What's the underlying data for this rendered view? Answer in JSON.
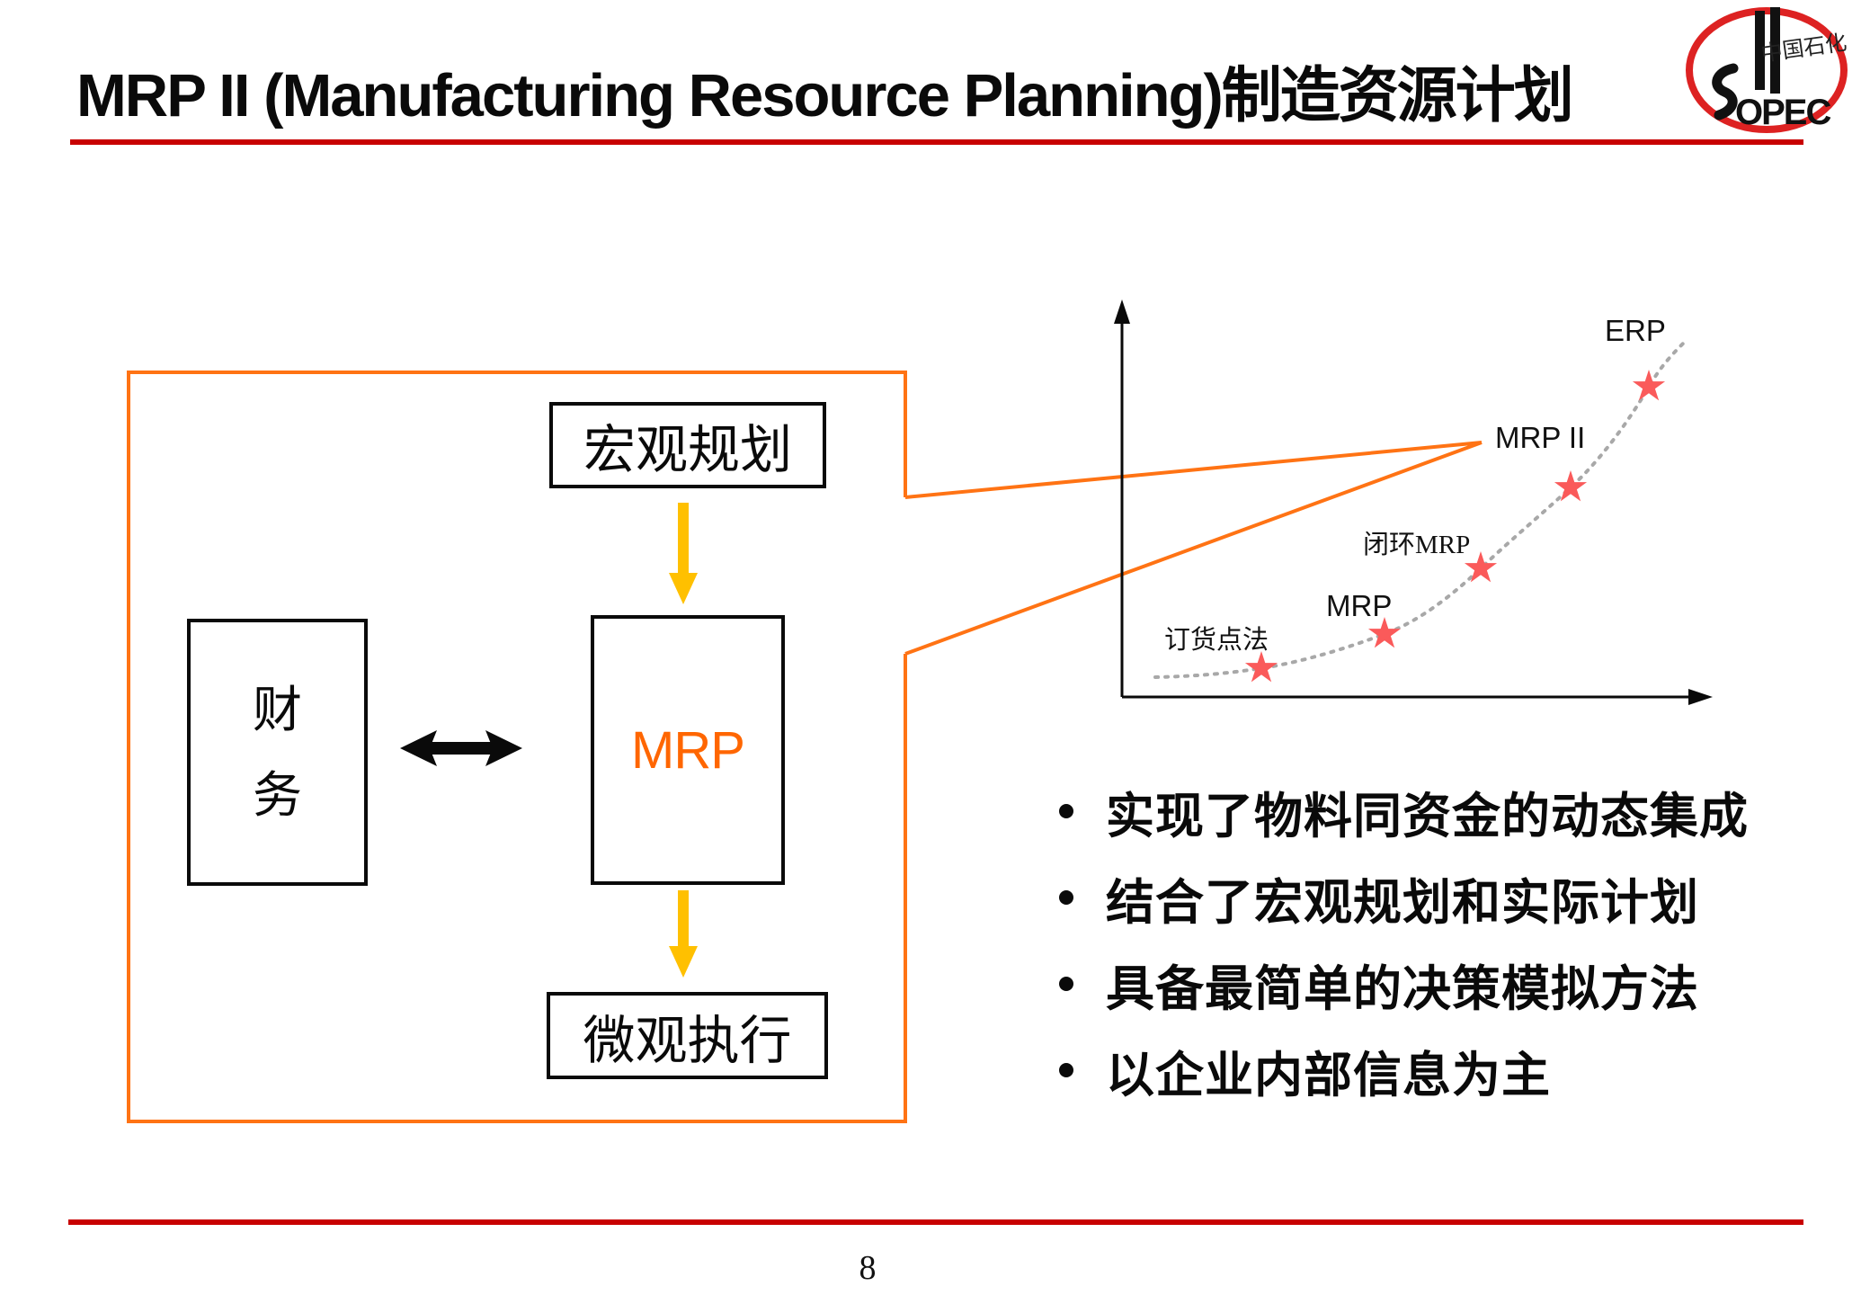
{
  "title": "MRP II (Manufacturing Resource Planning)制造资源计划",
  "logo": {
    "name": "sinopec-logo",
    "word": "SINOPEC",
    "word_s": "S",
    "word_rest": "OPEC",
    "script": "中国石化"
  },
  "diagram": {
    "macro_box": "宏观规划",
    "mrp_box": "MRP",
    "finance_chars": [
      "财",
      "务"
    ],
    "micro_box": "微观执行"
  },
  "chart_data": {
    "type": "line",
    "title": "",
    "xlabel": "",
    "ylabel": "",
    "legend_position": "none",
    "grid": false,
    "style": "dotted exponential growth curve with red star markers, unlabeled axes with arrowheads",
    "marker": "star",
    "points": [
      {
        "label": "订货点法",
        "x": 1,
        "y": 1
      },
      {
        "label": "MRP",
        "x": 2,
        "y": 1.8
      },
      {
        "label": "闭环MRP",
        "x": 3,
        "y": 3.2
      },
      {
        "label": "MRP II",
        "x": 4,
        "y": 5.2
      },
      {
        "label": "ERP",
        "x": 5,
        "y": 7.8
      }
    ]
  },
  "bullets": [
    "实现了物料同资金的动态集成",
    "结合了宏观规划和实际计划",
    "具备最简单的决策模拟方法",
    "以企业内部信息为主"
  ],
  "footer": {
    "page_number": "8"
  },
  "colors": {
    "accent_orange": "#ff7314",
    "mrp_text": "#ff6600",
    "arrow_yellow": "#ffc000",
    "star_red": "#fa5a5a",
    "rule_red": "#c80000",
    "curve_gray": "#a8a8a8"
  }
}
